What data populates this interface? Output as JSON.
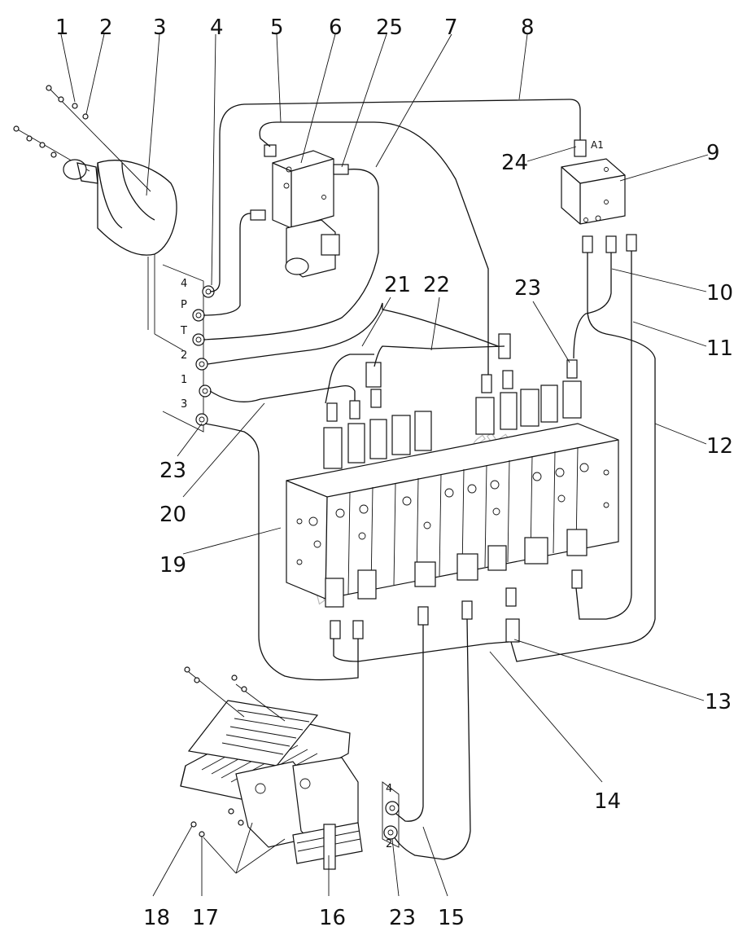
{
  "callouts": {
    "c1": "1",
    "c2": "2",
    "c3": "3",
    "c4": "4",
    "c5": "5",
    "c6": "6",
    "c25": "25",
    "c7": "7",
    "c8": "8",
    "c24": "24",
    "c9": "9",
    "c10": "10",
    "c11": "11",
    "c12": "12",
    "c13": "13",
    "c14": "14",
    "c15": "15",
    "c16": "16",
    "c17": "17",
    "c18": "18",
    "c19": "19",
    "c20": "20",
    "c21": "21",
    "c22": "22",
    "c23a": "23",
    "c23b": "23",
    "c23c": "23"
  },
  "ports": {
    "a1": "A1",
    "p4": "4",
    "pP": "P",
    "pT": "T",
    "p2": "2",
    "p1": "1",
    "p3": "3",
    "foot4": "4",
    "foot2": "2"
  },
  "watermark": "AutoSoft"
}
